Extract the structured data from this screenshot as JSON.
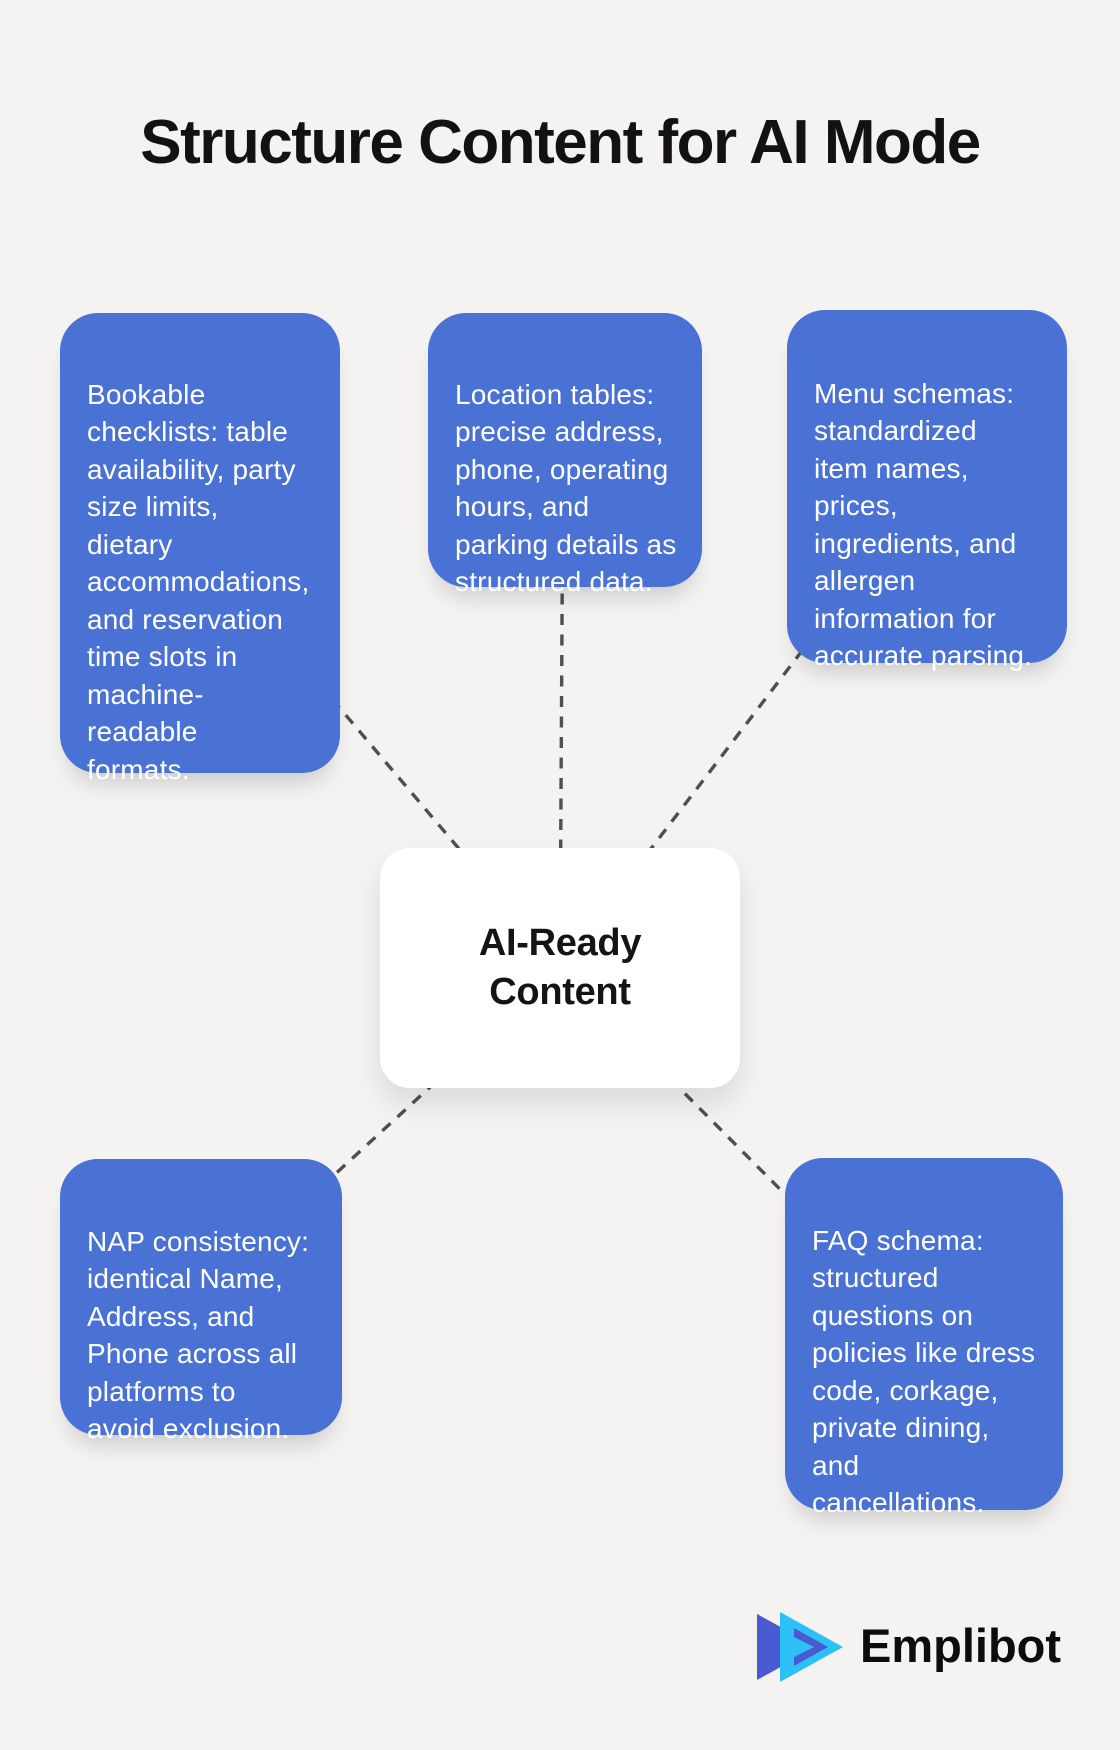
{
  "title": "Structure Content for AI Mode",
  "center": {
    "label": "AI-Ready\nContent"
  },
  "nodes": [
    {
      "id": "bookable-checklists",
      "text": "Bookable\nchecklists: table\navailability, party\nsize limits,\ndietary\naccommodations,\nand reservation\ntime slots in\nmachine-\nreadable\nformats."
    },
    {
      "id": "location-tables",
      "text": "Location tables:\nprecise address,\nphone, operating\nhours, and\nparking details as\nstructured data."
    },
    {
      "id": "menu-schemas",
      "text": "Menu schemas:\nstandardized\nitem names,\nprices,\ningredients, and\nallergen\ninformation for\naccurate parsing."
    },
    {
      "id": "nap-consistency",
      "text": "NAP consistency:\nidentical Name,\nAddress, and\nPhone across all\nplatforms to\navoid exclusion."
    },
    {
      "id": "faq-schema",
      "text": "FAQ schema:\nstructured\nquestions on\npolicies like dress\ncode, corkage,\nprivate dining,\nand\ncancellations."
    }
  ],
  "logo": {
    "text": "Emplibot"
  },
  "colors": {
    "background": "#f4f3f1",
    "node_blue": "#4a72d5",
    "node_text": "#ffffff",
    "connector_gray": "#4f4f4f",
    "title_black": "#121212",
    "logo_indigo": "#4a5ad0",
    "logo_cyan": "#2cc0f7"
  }
}
